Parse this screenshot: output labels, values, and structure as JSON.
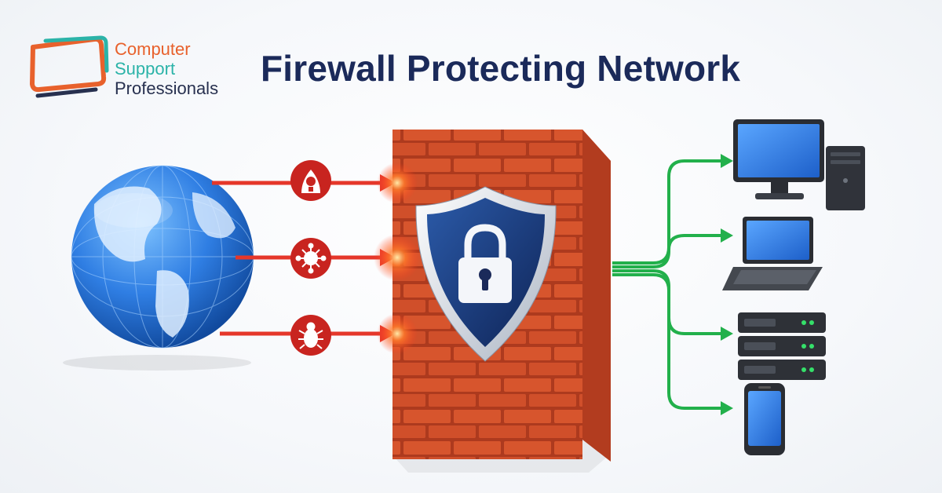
{
  "brand": {
    "line1": "Computer",
    "line2": "Support",
    "line3": "Professionals",
    "colors": {
      "orange": "#e8612c",
      "teal": "#2bb3a8",
      "navy": "#27304f"
    }
  },
  "title": "Firewall Protecting Network",
  "colors": {
    "threat_arrow": "#e5372a",
    "safe_arrow": "#22b04b",
    "brick": "#d9532c",
    "shield": "#1e3a7a",
    "device_screen": "#2f7ee3"
  },
  "threats": [
    {
      "icon": "hacker-icon"
    },
    {
      "icon": "virus-icon"
    },
    {
      "icon": "bug-icon"
    }
  ],
  "devices": [
    {
      "icon": "desktop-computer-icon"
    },
    {
      "icon": "laptop-icon"
    },
    {
      "icon": "server-rack-icon"
    },
    {
      "icon": "smartphone-icon"
    }
  ]
}
